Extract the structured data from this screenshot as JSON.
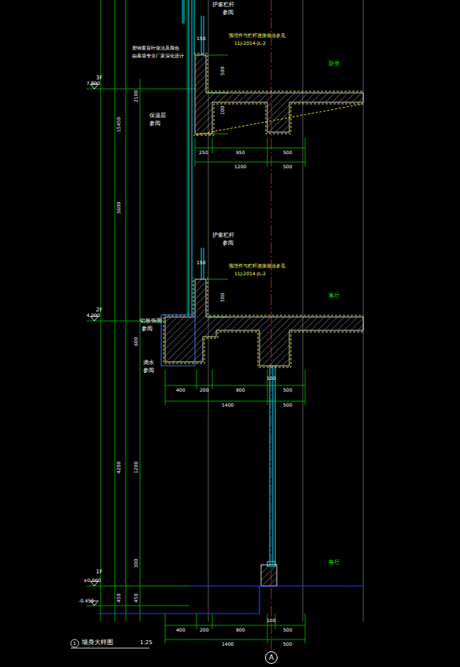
{
  "diagram": {
    "title": "墙身大样图",
    "caption": "1:25",
    "nodes": [
      {
        "text": [
          "A"
        ]
      }
    ],
    "labels": [
      "护窗栏杆",
      "参阅",
      "预埋件与栏杆连接做法参见",
      "11J-2014-JL-2",
      "塑钢窗百叶做法及颜色",
      "由幕墙专业厂家深化设计",
      "保温层",
      "参阅",
      "150",
      "500",
      "100",
      "3F",
      "7.800",
      "2100",
      "15450",
      "3600",
      "250",
      "950",
      "500",
      "1200",
      "500",
      "护窗栏杆",
      "参阅",
      "预埋件与栏杆连接做法参见",
      "11J-2014-JL-2",
      "150",
      "500",
      "2F",
      "4.200",
      "铝板饰面",
      "参阅",
      "滴水",
      "参阅",
      "600",
      "4200",
      "1200",
      "400",
      "200",
      "900",
      "100",
      "500",
      "1400",
      "500",
      "1F",
      "±0.000",
      "300",
      "-0.450",
      "450",
      "450",
      "400",
      "200",
      "900",
      "100",
      "500",
      "1400",
      "500",
      "卧室",
      "客厅",
      "客厅",
      "1"
    ]
  }
}
